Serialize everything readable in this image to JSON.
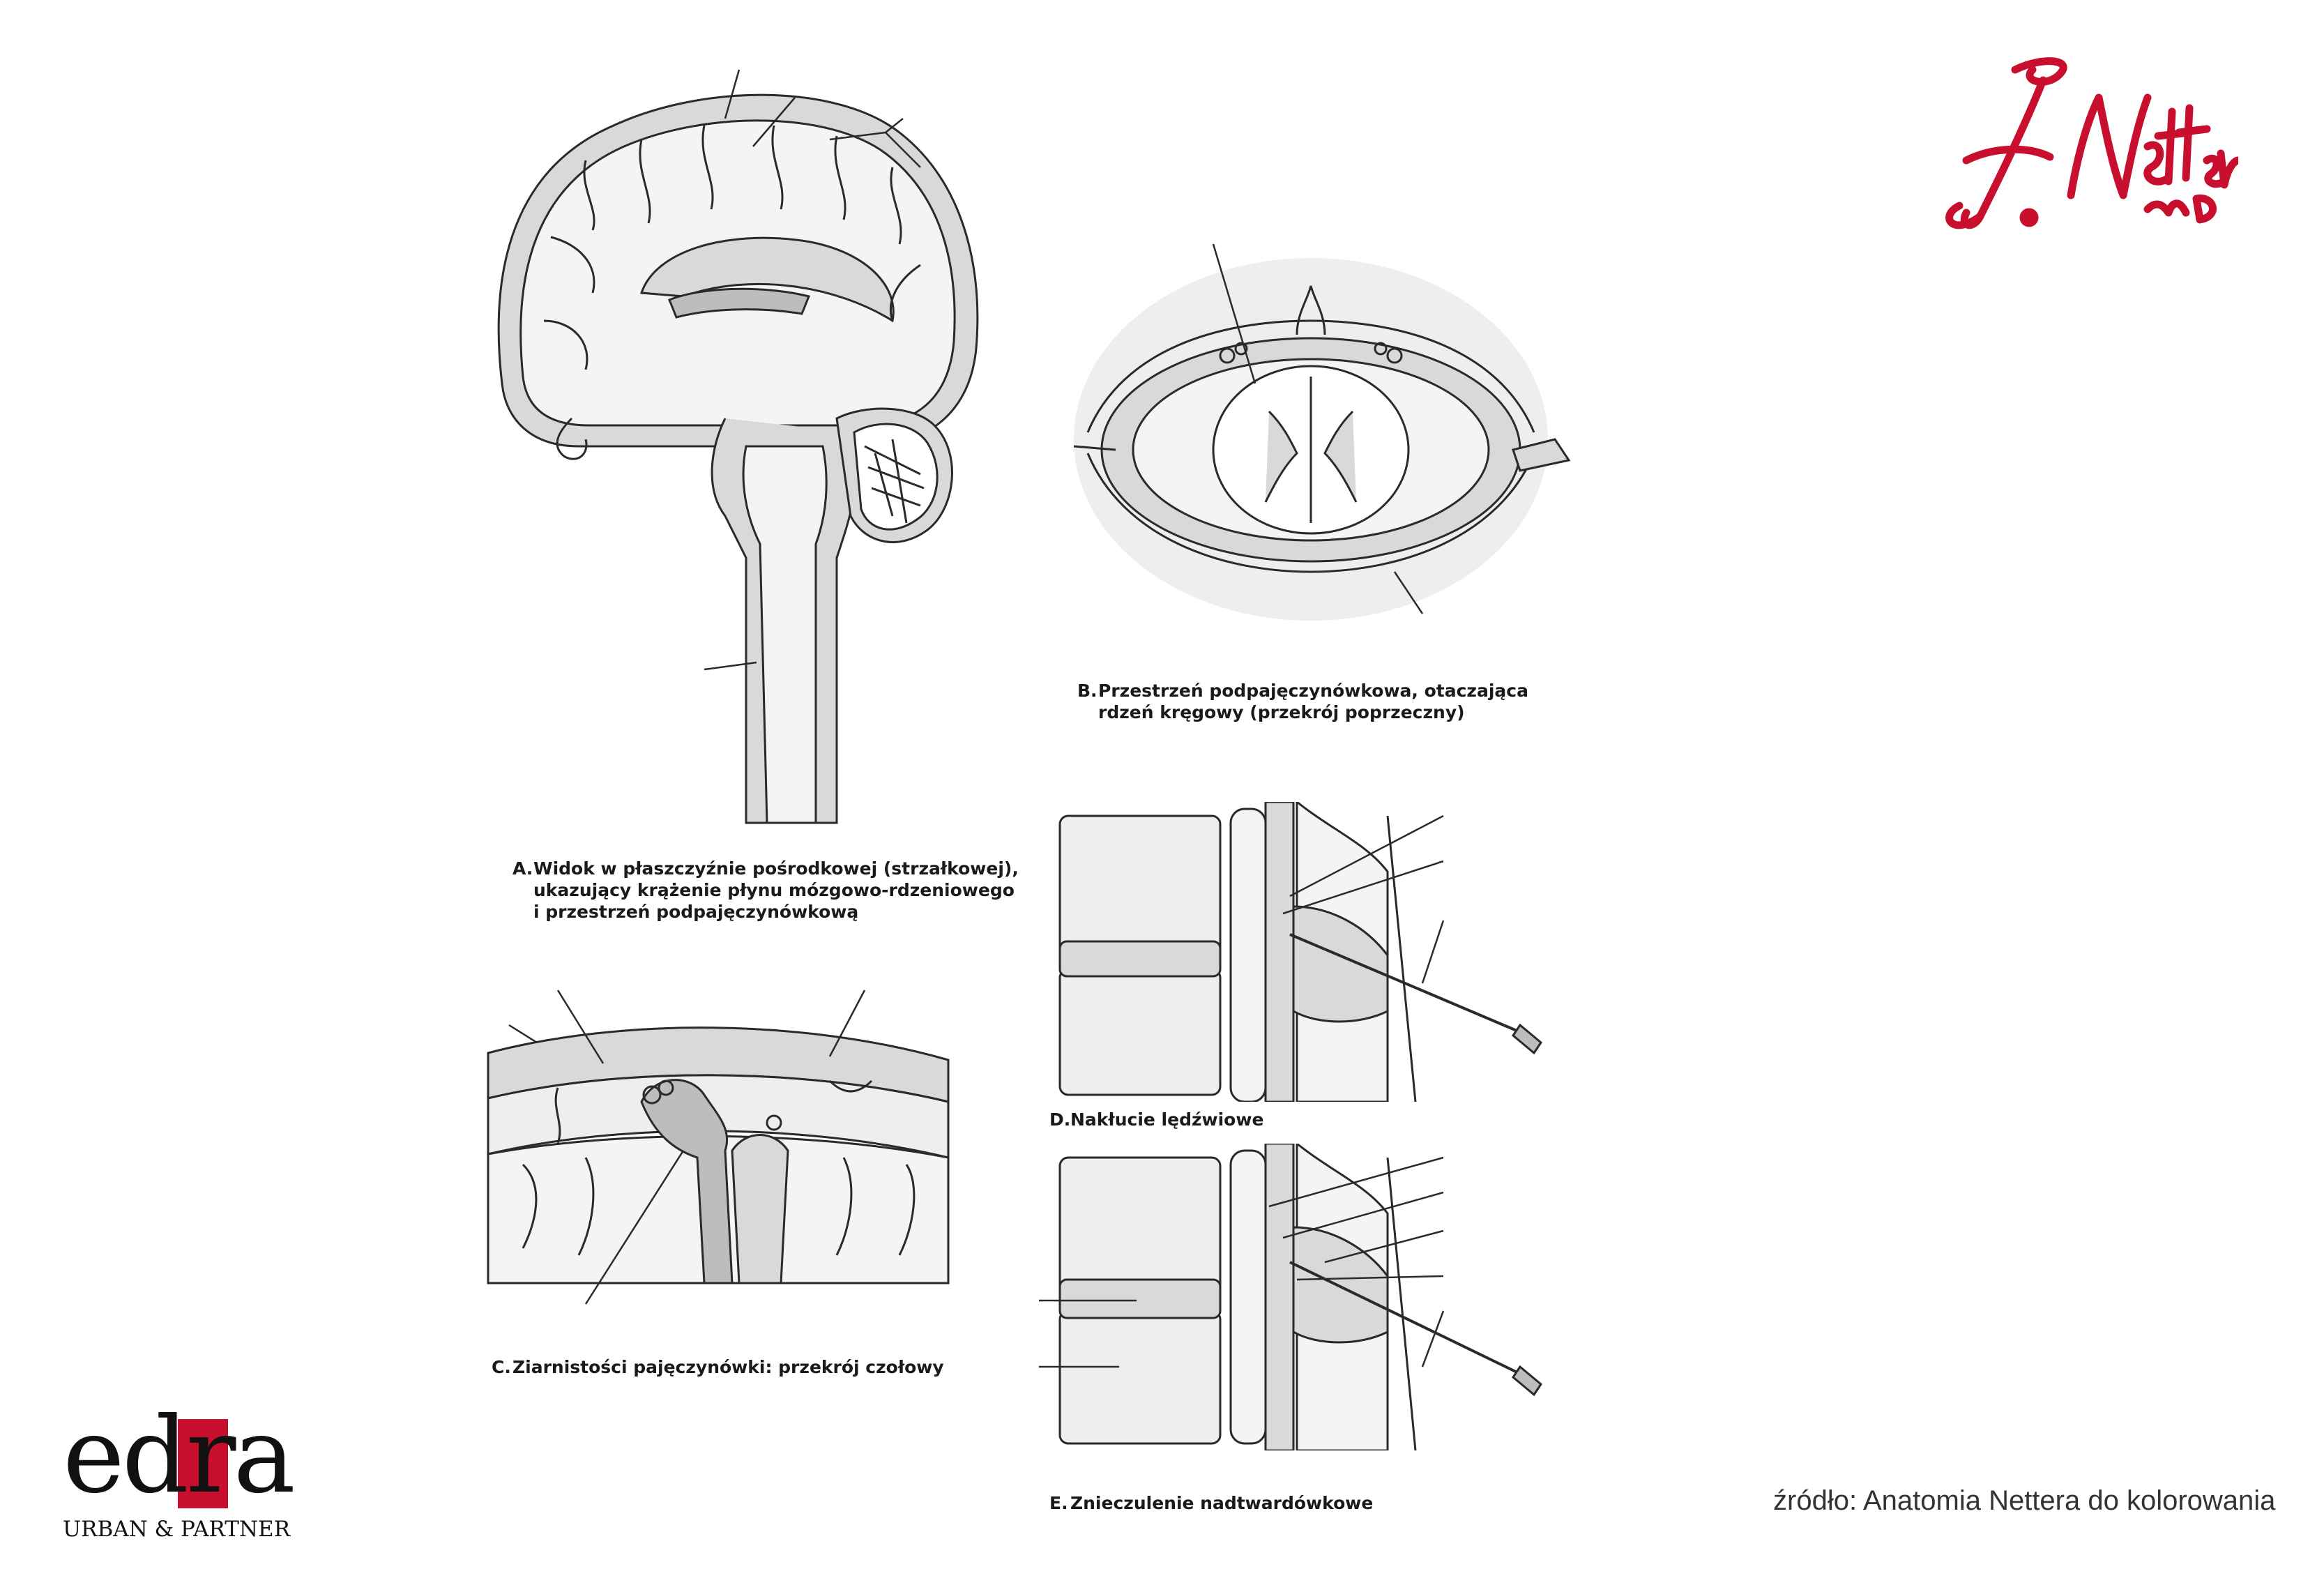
{
  "captions": {
    "a": {
      "letter": "A.",
      "line1": "Widok w płaszczyźnie pośrodkowej (strzałkowej),",
      "line2": "ukazujący krążenie płynu mózgowo-rdzeniowego",
      "line3": "i przestrzeń podpajęczynówkową"
    },
    "b": {
      "letter": "B.",
      "line1": "Przestrzeń podpajęczynówkowa, otaczająca",
      "line2": "rdzeń kręgowy (przekrój poprzeczny)"
    },
    "c": {
      "letter": "C.",
      "line1": "Ziarnistości pajęczynówki: przekrój czołowy"
    },
    "d": {
      "letter": "D.",
      "line1": "Nakłucie lędźwiowe"
    },
    "e": {
      "letter": "E.",
      "line1": "Znieczulenie nadtwardówkowe"
    }
  },
  "source": "źródło: Anatomia Nettera do kolorowania",
  "logo": {
    "name": "edra",
    "subtitle": "URBAN & PARTNER",
    "brand_color": "#c8102e"
  },
  "signature": {
    "text": "F. Netter M.D.",
    "color": "#c8102e"
  },
  "colors": {
    "line": "#2a2a2a",
    "fill_light": "#f4f4f4",
    "fill_grey": "#d9d9d9",
    "fill_dark": "#bdbdbd"
  }
}
